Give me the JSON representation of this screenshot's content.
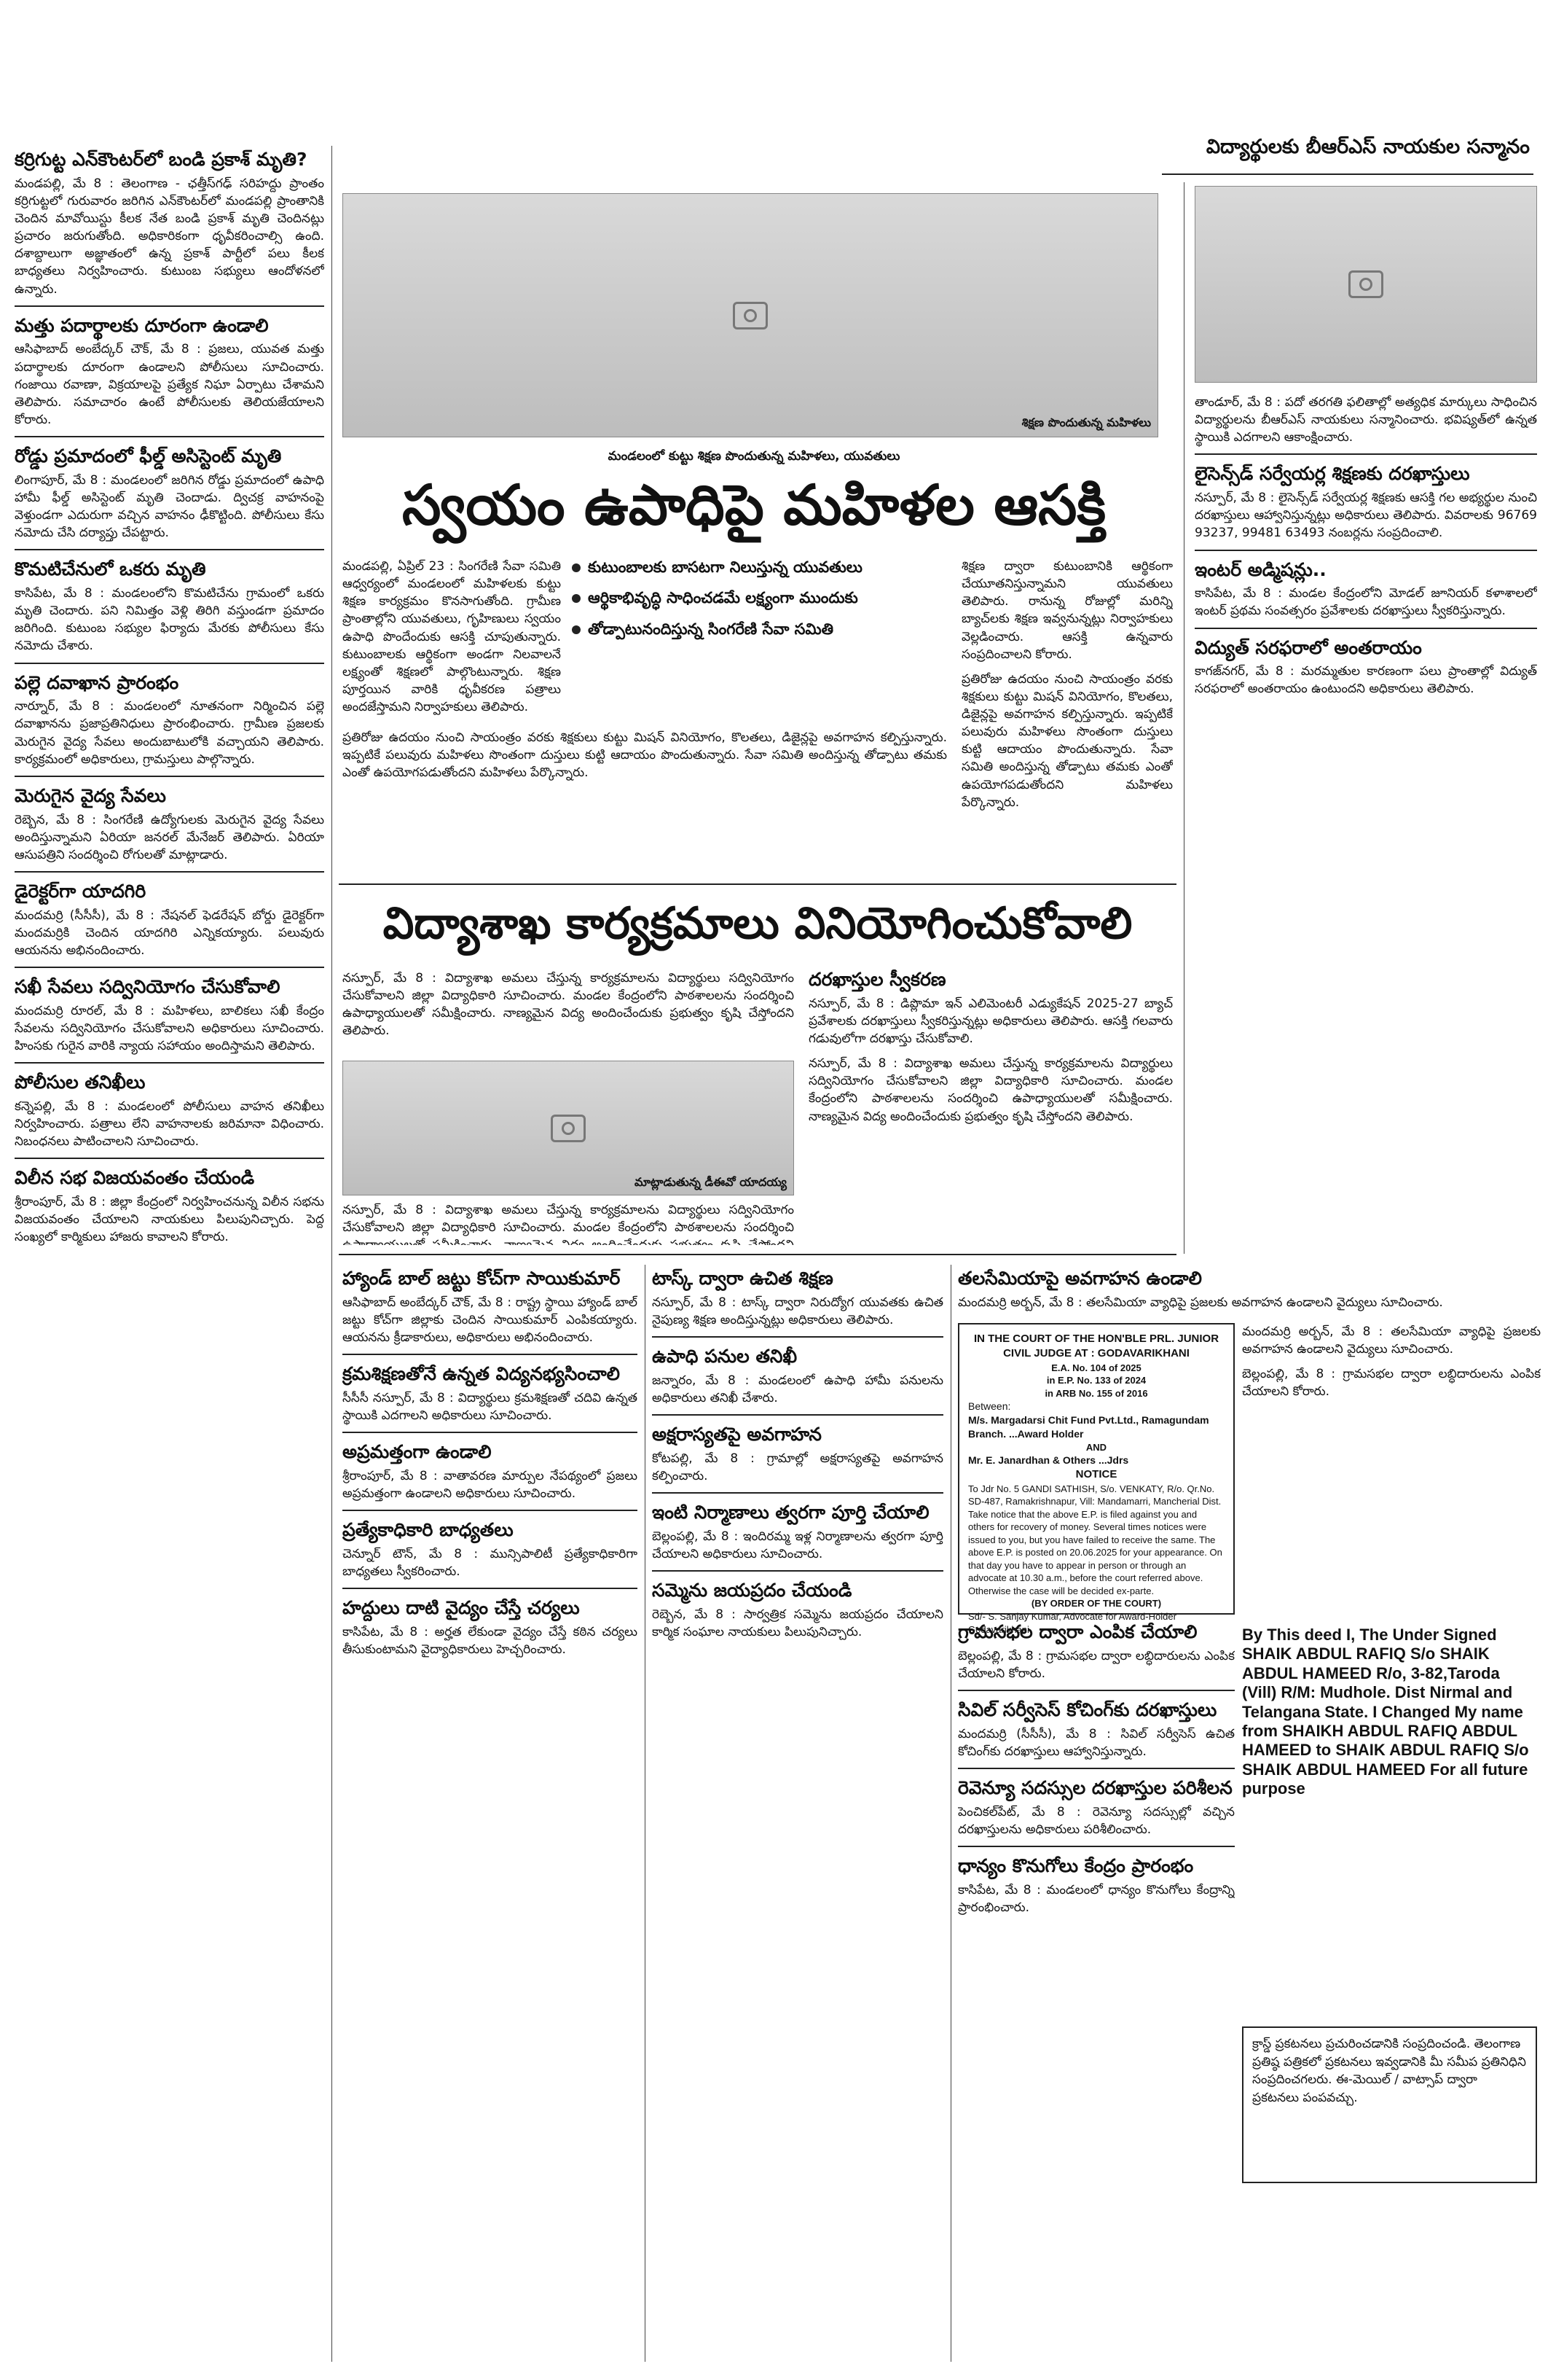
{
  "top_right_heading": "విద్యార్థులకు బీఆర్ఎస్ నాయకుల సన్మానం",
  "lead": {
    "kicker": "మండలంలో కుట్టు శిక్షణ పొందుతున్న మహిళలు, యువతులు",
    "headline": "స్వయం ఉపాధిపై మహిళల ఆసక్తి",
    "bullets": [
      "కుటుంబాలకు బాసటగా నిలుస్తున్న యువతులు",
      "ఆర్థికాభివృద్ధి సాధించడమే లక్ష్యంగా ముందుకు",
      "తోడ్పాటునందిస్తున్న సింగరేణి సేవా సమితి"
    ],
    "photo_caption": "శిక్షణ పొందుతున్న మహిళలు",
    "body_1": "మండపల్లి, ఏప్రిల్ 23 : సింగరేణి సేవా సమితి ఆధ్వర్యంలో మండలంలో మహిళలకు కుట్టు శిక్షణ కార్యక్రమం కొనసాగుతోంది. గ్రామీణ ప్రాంతాల్లోని యువతులు, గృహిణులు స్వయం ఉపాధి పొందేందుకు ఆసక్తి చూపుతున్నారు. కుటుంబాలకు ఆర్థికంగా అండగా నిలవాలనే లక్ష్యంతో శిక్షణలో పాల్గొంటున్నారు. శిక్షణ పూర్తయిన వారికి ధృవీకరణ పత్రాలు అందజేస్తామని నిర్వాహకులు తెలిపారు.",
    "body_2": "ప్రతిరోజు ఉదయం నుంచి సాయంత్రం వరకు శిక్షకులు కుట్టు మిషన్ వినియోగం, కొలతలు, డిజైన్లపై అవగాహన కల్పిస్తున్నారు. ఇప్పటికే పలువురు మహిళలు సొంతంగా దుస్తులు కుట్టి ఆదాయం పొందుతున్నారు. సేవా సమితి అందిస్తున్న తోడ్పాటు తమకు ఎంతో ఉపయోగపడుతోందని మహిళలు పేర్కొన్నారు.",
    "body_3": "శిక్షణ ద్వారా కుటుంబానికి ఆర్థికంగా చేయూతనిస్తున్నామని యువతులు తెలిపారు. రానున్న రోజుల్లో మరిన్ని బ్యాచ్‌లకు శిక్షణ ఇవ్వనున్నట్లు నిర్వాహకులు వెల్లడించారు. ఆసక్తి ఉన్నవారు సంప్రదించాలని కోరారు."
  },
  "left_column": [
    {
      "title": "కర్రిగుట్ట ఎన్‌కౌంటర్‌లో బండి ప్రకాశ్ మృతి?",
      "body": "మండపల్లి, మే 8 : తెలంగాణ - ఛత్తీస్‌గఢ్ సరిహద్దు ప్రాంతం కర్రిగుట్టలో గురువారం జరిగిన ఎన్‌కౌంటర్‌లో మండపల్లి ప్రాంతానికి చెందిన మావోయిస్టు కీలక నేత బండి ప్రకాశ్ మృతి చెందినట్లు ప్రచారం జరుగుతోంది. అధికారికంగా ధృవీకరించాల్సి ఉంది. దశాబ్దాలుగా అజ్ఞాతంలో ఉన్న ప్రకాశ్ పార్టీలో పలు కీలక బాధ్యతలు నిర్వహించారు. కుటుంబ సభ్యులు ఆందోళనలో ఉన్నారు."
    },
    {
      "title": "మత్తు పదార్థాలకు దూరంగా ఉండాలి",
      "body": "ఆసిఫాబాద్ అంబేద్కర్ చౌక్, మే 8 : ప్రజలు, యువత మత్తు పదార్థాలకు దూరంగా ఉండాలని పోలీసులు సూచించారు. గంజాయి రవాణా, విక్రయాలపై ప్రత్యేక నిఘా ఏర్పాటు చేశామని తెలిపారు. సమాచారం ఉంటే పోలీసులకు తెలియజేయాలని కోరారు."
    },
    {
      "title": "రోడ్డు ప్రమాదంలో ఫీల్డ్ అసిస్టెంట్ మృతి",
      "body": "లింగాపూర్, మే 8 : మండలంలో జరిగిన రోడ్డు ప్రమాదంలో ఉపాధి హామీ ఫీల్డ్ అసిస్టెంట్ మృతి చెందాడు. ద్విచక్ర వాహనంపై వెళ్తుండగా ఎదురుగా వచ్చిన వాహనం ఢీకొట్టింది. పోలీసులు కేసు నమోదు చేసి దర్యాప్తు చేపట్టారు."
    },
    {
      "title": "కొమటిచేనులో ఒకరు మృతి",
      "body": "కాసిపేట, మే 8 : మండలంలోని కొమటిచేను గ్రామంలో ఒకరు మృతి చెందారు. పని నిమిత్తం వెళ్లి తిరిగి వస్తుండగా ప్రమాదం జరిగింది. కుటుంబ సభ్యుల ఫిర్యాదు మేరకు పోలీసులు కేసు నమోదు చేశారు."
    },
    {
      "title": "పల్లె దవాఖాన ప్రారంభం",
      "body": "నార్నూర్, మే 8 : మండలంలో నూతనంగా నిర్మించిన పల్లె దవాఖానను ప్రజాప్రతినిధులు ప్రారంభించారు. గ్రామీణ ప్రజలకు మెరుగైన వైద్య సేవలు అందుబాటులోకి వచ్చాయని తెలిపారు. కార్యక్రమంలో అధికారులు, గ్రామస్తులు పాల్గొన్నారు."
    },
    {
      "title": "మెరుగైన వైద్య సేవలు",
      "body": "రెబ్బెన, మే 8 : సింగరేణి ఉద్యోగులకు మెరుగైన వైద్య సేవలు అందిస్తున్నామని ఏరియా జనరల్ మేనేజర్ తెలిపారు. ఏరియా ఆసుపత్రిని సందర్శించి రోగులతో మాట్లాడారు."
    },
    {
      "title": "డైరెక్టర్‌గా యాదగిరి",
      "body": "మందమర్రి (సీసీసీ), మే 8 : నేషనల్ ఫెడరేషన్ బోర్డు డైరెక్టర్‌గా మందమర్రికి చెందిన యాదగిరి ఎన్నికయ్యారు. పలువురు ఆయనను అభినందించారు."
    },
    {
      "title": "సఖీ సేవలు సద్వినియోగం చేసుకోవాలి",
      "body": "మందమర్రి రూరల్, మే 8 : మహిళలు, బాలికలు సఖీ కేంద్రం సేవలను సద్వినియోగం చేసుకోవాలని అధికారులు సూచించారు. హింసకు గురైన వారికి న్యాయ సహాయం అందిస్తామని తెలిపారు."
    },
    {
      "title": "పోలీసుల తనిఖీలు",
      "body": "కన్నెపల్లి, మే 8 : మండలంలో పోలీసులు వాహన తనిఖీలు నిర్వహించారు. పత్రాలు లేని వాహనాలకు జరిమానా విధించారు. నిబంధనలు పాటించాలని సూచించారు."
    },
    {
      "title": "విలీన సభ విజయవంతం చేయండి",
      "body": "శ్రీరాంపూర్, మే 8 : జిల్లా కేంద్రంలో నిర్వహించనున్న విలీన సభను విజయవంతం చేయాలని నాయకులు పిలుపునిచ్చారు. పెద్ద సంఖ్యలో కార్మికులు హాజరు కావాలని కోరారు."
    }
  ],
  "mid_headline": "విద్యాశాఖ కార్యక్రమాలు వినియోగించుకోవాలి",
  "mid_story": {
    "body": "నస్పూర్, మే 8 : విద్యాశాఖ అమలు చేస్తున్న కార్యక్రమాలను విద్యార్థులు సద్వినియోగం చేసుకోవాలని జిల్లా విద్యాధికారి సూచించారు. మండల కేంద్రంలోని పాఠశాలలను సందర్శించి ఉపాధ్యాయులతో సమీక్షించారు. నాణ్యమైన విద్య అందించేందుకు ప్రభుత్వం కృషి చేస్తోందని తెలిపారు.",
    "photo_caption": "మాట్లాడుతున్న డీఈవో యాదయ్య",
    "side": [
      {
        "title": "దరఖాస్తుల స్వీకరణ",
        "body": "నస్పూర్, మే 8 : డిప్లొమా ఇన్ ఎలిమెంటరీ ఎడ్యుకేషన్ 2025-27 బ్యాచ్ ప్రవేశాలకు దరఖాస్తులు స్వీకరిస్తున్నట్లు అధికారులు తెలిపారు. ఆసక్తి గలవారు గడువులోగా దరఖాస్తు చేసుకోవాలి."
      }
    ]
  },
  "bottom_left": [
    {
      "title": "హ్యాండ్ బాల్ జట్టు కోచ్‌గా సాయికుమార్",
      "body": "ఆసిఫాబాద్ అంబేద్కర్ చౌక్, మే 8 : రాష్ట్ర స్థాయి హ్యాండ్ బాల్ జట్టు కోచ్‌గా జిల్లాకు చెందిన సాయికుమార్ ఎంపికయ్యారు. ఆయనను క్రీడాకారులు, అధికారులు అభినందించారు."
    },
    {
      "title": "క్రమశిక్షణతోనే ఉన్నత విద్యనభ్యసించాలి",
      "body": "సీసీసీ నస్పూర్, మే 8 : విద్యార్థులు క్రమశిక్షణతో చదివి ఉన్నత స్థాయికి ఎదగాలని అధికారులు సూచించారు."
    },
    {
      "title": "అప్రమత్తంగా ఉండాలి",
      "body": "శ్రీరాంపూర్, మే 8 : వాతావరణ మార్పుల నేపథ్యంలో ప్రజలు అప్రమత్తంగా ఉండాలని అధికారులు సూచించారు."
    },
    {
      "title": "ప్రత్యేకాధికారి బాధ్యతలు",
      "body": "చెన్నూర్ టౌన్, మే 8 : మున్సిపాలిటీ ప్రత్యేకాధికారిగా బాధ్యతలు స్వీకరించారు."
    },
    {
      "title": "హద్దులు దాటి వైద్యం చేస్తే చర్యలు",
      "body": "కాసిపేట, మే 8 : అర్హత లేకుండా వైద్యం చేస్తే కఠిన చర్యలు తీసుకుంటామని వైద్యాధికారులు హెచ్చరించారు."
    }
  ],
  "bottom_mid": [
    {
      "title": "టాస్క్ ద్వారా ఉచిత శిక్షణ",
      "body": "నస్పూర్, మే 8 : టాస్క్ ద్వారా నిరుద్యోగ యువతకు ఉచిత నైపుణ్య శిక్షణ అందిస్తున్నట్లు అధికారులు తెలిపారు."
    },
    {
      "title": "ఉపాధి పనుల తనిఖీ",
      "body": "జన్నారం, మే 8 : మండలంలో ఉపాధి హామీ పనులను అధికారులు తనిఖీ చేశారు."
    },
    {
      "title": "అక్షరాస్యతపై అవగాహన",
      "body": "కోటపల్లి, మే 8 : గ్రామాల్లో అక్షరాస్యతపై అవగాహన కల్పించారు."
    },
    {
      "title": "ఇంటి నిర్మాణాలు త్వరగా పూర్తి చేయాలి",
      "body": "బెల్లంపల్లి, మే 8 : ఇందిరమ్మ ఇళ్ల నిర్మాణాలను త్వరగా పూర్తి చేయాలని అధికారులు సూచించారు."
    },
    {
      "title": "సమ్మెను జయప్రదం చేయండి",
      "body": "రెబ్బెన, మే 8 : సార్వత్రిక సమ్మెను జయప్రదం చేయాలని కార్మిక సంఘాల నాయకులు పిలుపునిచ్చారు."
    }
  ],
  "bottom_right": [
    {
      "title": "తలసేమియాపై అవగాహన ఉండాలి",
      "body": "మందమర్రి అర్బన్, మే 8 : తలసేమియా వ్యాధిపై ప్రజలకు అవగాహన ఉండాలని వైద్యులు సూచించారు."
    },
    {
      "title": "గ్రామసభల ద్వారా ఎంపిక చేయాలి",
      "body": "బెల్లంపల్లి, మే 8 : గ్రామసభల ద్వారా లబ్ధిదారులను ఎంపిక చేయాలని కోరారు."
    },
    {
      "title": "సివిల్ సర్వీసెస్ కోచింగ్‌కు దరఖాస్తులు",
      "body": "మందమర్రి (సీసీసీ), మే 8 : సివిల్ సర్వీసెస్ ఉచిత కోచింగ్‌కు దరఖాస్తులు ఆహ్వానిస్తున్నారు."
    },
    {
      "title": "రెవెన్యూ సదస్సుల దరఖాస్తుల పరిశీలన",
      "body": "పెంచికల్‌పేట్, మే 8 : రెవెన్యూ సదస్సుల్లో వచ్చిన దరఖాస్తులను అధికారులు పరిశీలించారు."
    },
    {
      "title": "ధాన్యం కొనుగోలు కేంద్రం ప్రారంభం",
      "body": "కాసిపేట, మే 8 : మండలంలో ధాన్యం కొనుగోలు కేంద్రాన్ని ప్రారంభించారు."
    }
  ],
  "right_column": [
    {
      "title": "",
      "body": "తాండూర్, మే 8 : పదో తరగతి ఫలితాల్లో అత్యధిక మార్కులు సాధించిన విద్యార్థులను బీఆర్ఎస్ నాయకులు సన్మానించారు. భవిష్యత్‌లో ఉన్నత స్థాయికి ఎదగాలని ఆకాంక్షించారు."
    },
    {
      "title": "లైసెన్స్‌డ్ సర్వేయర్ల శిక్షణకు దరఖాస్తులు",
      "body": "నస్పూర్, మే 8 : లైసెన్స్‌డ్ సర్వేయర్ల శిక్షణకు ఆసక్తి గల అభ్యర్థుల నుంచి దరఖాస్తులు ఆహ్వానిస్తున్నట్లు అధికారులు తెలిపారు. వివరాలకు 96769 93237, 99481 63493 నంబర్లను సంప్రదించాలి."
    },
    {
      "title": "ఇంటర్ అడ్మిషన్లు..",
      "body": "కాసిపేట, మే 8 : మండల కేంద్రంలోని మోడల్ జూనియర్ కళాశాలలో ఇంటర్ ప్రథమ సంవత్సరం ప్రవేశాలకు దరఖాస్తులు స్వీకరిస్తున్నారు."
    },
    {
      "title": "విద్యుత్ సరఫరాలో అంతరాయం",
      "body": "కాగజ్‌నగర్, మే 8 : మరమ్మతుల కారణంగా పలు ప్రాంతాల్లో విద్యుత్ సరఫరాలో అంతరాయం ఉంటుందని అధికారులు తెలిపారు."
    }
  ],
  "court_notice": {
    "court": "IN THE COURT OF THE HON'BLE PRL. JUNIOR CIVIL JUDGE AT : GODAVARIKHANI",
    "case_1": "E.A. No. 104 of 2025",
    "case_2": "in E.P. No. 133 of 2024",
    "case_3": "in ARB No. 155 of 2016",
    "between": "Between:",
    "petitioner": "M/s. Margadarsi Chit Fund Pvt.Ltd., Ramagundam Branch. ...Award Holder",
    "and_1": "AND",
    "respondent": "Mr. E. Janardhan & Others ...Jdrs",
    "notice_title": "NOTICE",
    "to": "To Jdr No. 5 GANDI SATHISH, S/o. VENKATY, R/o. Qr.No. SD-487, Ramakrishnapur, Vill: Mandamarri, Mancherial Dist.",
    "body": "Take notice that the above E.P. is filed against you and others for recovery of money. Several times notices were issued to you, but you have failed to receive the same. The above E.P. is posted on 20.06.2025 for your appearance. On that day you have to appear in person or through an advocate at 10.30 a.m., before the court referred above. Otherwise the case will be decided ex-parte.",
    "order": "(BY ORDER OF THE COURT)",
    "advocate": "Sd/- S. Sanjay Kumar, Advocate for Award-Holder Godavarikhani."
  },
  "deed_notice": "By This deed I, The Under Signed SHAIK ABDUL RAFIQ S/o SHAIK ABDUL HAMEED R/o, 3-82,Taroda (Vill) R/M: Mudhole. Dist Nirmal and Telangana State. I Changed My name from SHAIKH ABDUL RAFIQ ABDUL HAMEED to SHAIK ABDUL RAFIQ S/o SHAIK ABDUL HAMEED For all future purpose",
  "ad_box": "క్రాస్డ్ ప్రకటనలు ప్రచురించడానికి సంప్రదించండి. తెలంగాణ ప్రతిష్ఠ పత్రికలో ప్రకటనలు ఇవ్వడానికి మీ సమీప ప్రతినిధిని సంప్రదించగలరు. ఈ-మెయిల్ / వాట్సాప్ ద్వారా ప్రకటనలు పంపవచ్చు."
}
